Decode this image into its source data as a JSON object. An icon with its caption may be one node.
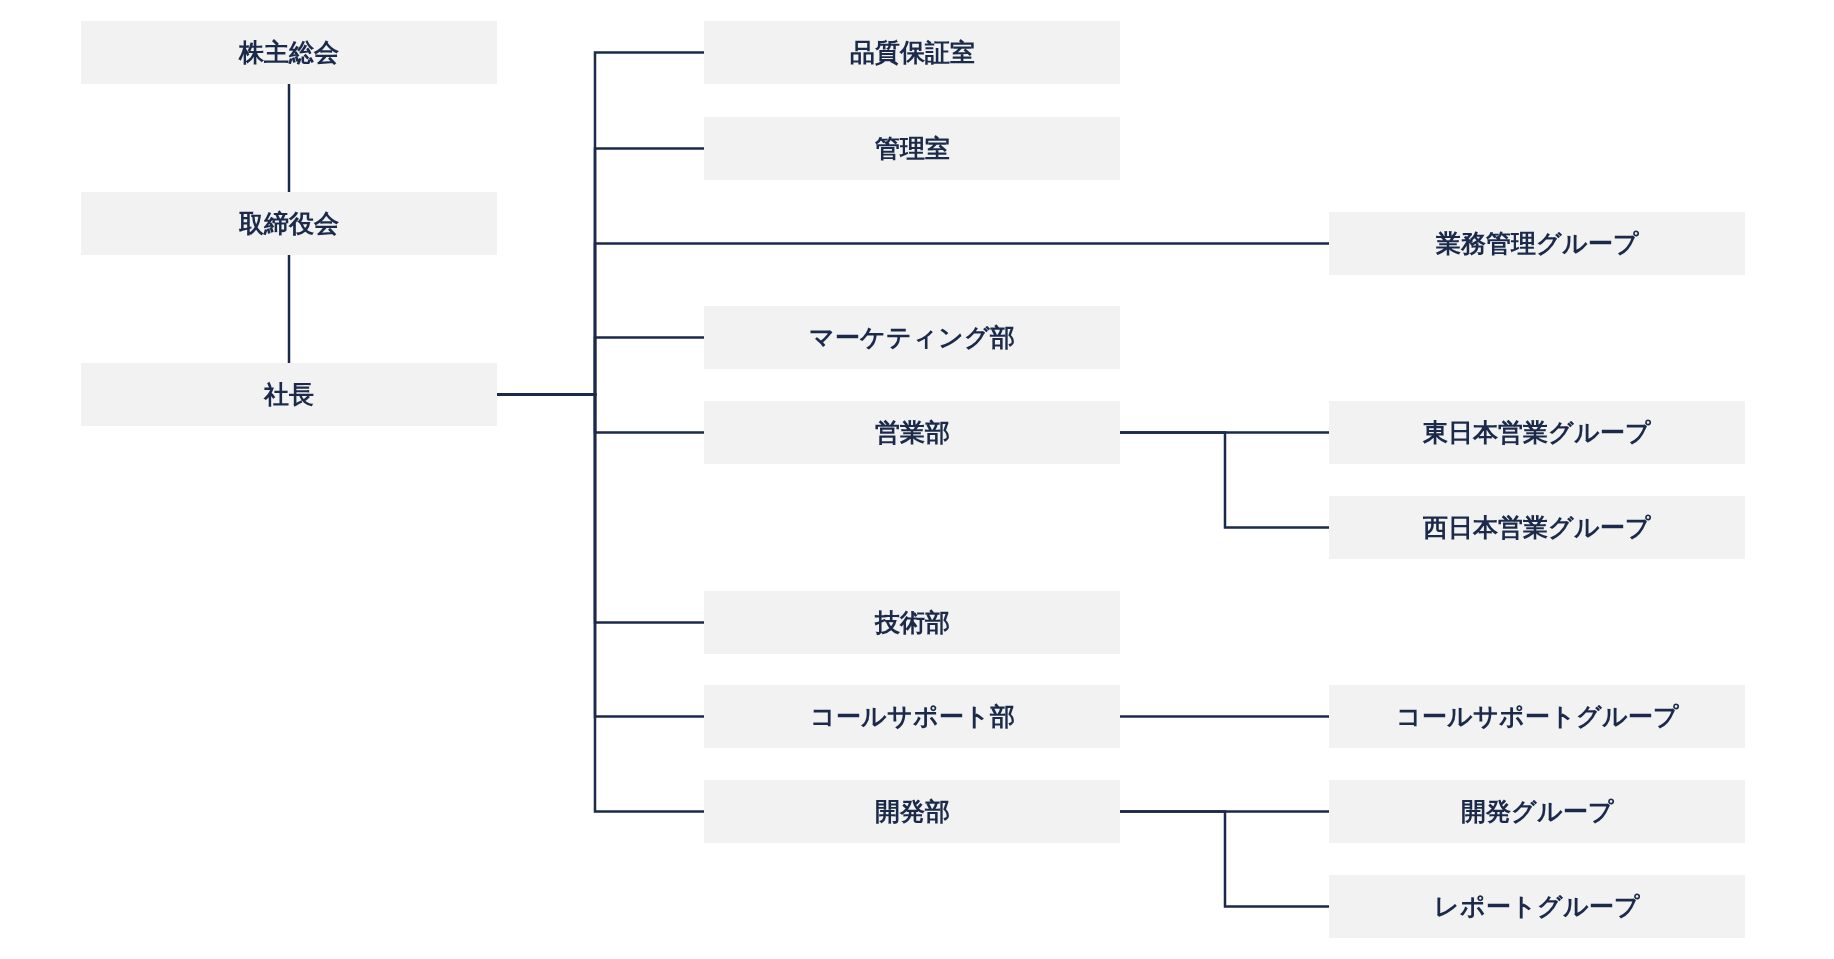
{
  "diagram": {
    "nodes": [
      {
        "text": [
          "株主総会"
        ]
      },
      {
        "text": [
          "取締役会"
        ]
      },
      {
        "text": [
          "社長"
        ]
      },
      {
        "text": [
          "品質保証室"
        ]
      },
      {
        "text": [
          "管理室"
        ]
      },
      {
        "text": [
          "業務管理グループ"
        ]
      },
      {
        "text": [
          "マーケティング部"
        ]
      },
      {
        "text": [
          "営業部"
        ]
      },
      {
        "text": [
          "東日本営業グループ"
        ]
      },
      {
        "text": [
          "西日本営業グループ"
        ]
      },
      {
        "text": [
          "技術部"
        ]
      },
      {
        "text": [
          "コールサポート部"
        ]
      },
      {
        "text": [
          "コールサポートグループ"
        ]
      },
      {
        "text": [
          "開発部"
        ]
      },
      {
        "text": [
          "開発グループ"
        ]
      },
      {
        "text": [
          "レポートグループ"
        ]
      }
    ],
    "edges": [
      {
        "from": 0,
        "to": 1,
        "arrow": "none"
      },
      {
        "from": 1,
        "to": 2,
        "arrow": "none"
      },
      {
        "from": 2,
        "to": 3,
        "arrow": "none"
      },
      {
        "from": 2,
        "to": 4,
        "arrow": "none"
      },
      {
        "from": 2,
        "to": 5,
        "arrow": "none"
      },
      {
        "from": 2,
        "to": 6,
        "arrow": "none"
      },
      {
        "from": 2,
        "to": 7,
        "arrow": "none"
      },
      {
        "from": 2,
        "to": 10,
        "arrow": "none"
      },
      {
        "from": 2,
        "to": 11,
        "arrow": "none"
      },
      {
        "from": 2,
        "to": 13,
        "arrow": "none"
      },
      {
        "from": 7,
        "to": 8,
        "arrow": "none"
      },
      {
        "from": 7,
        "to": 9,
        "arrow": "none"
      },
      {
        "from": 11,
        "to": 12,
        "arrow": "none"
      },
      {
        "from": 13,
        "to": 14,
        "arrow": "none"
      },
      {
        "from": 13,
        "to": 15,
        "arrow": "none"
      }
    ]
  }
}
